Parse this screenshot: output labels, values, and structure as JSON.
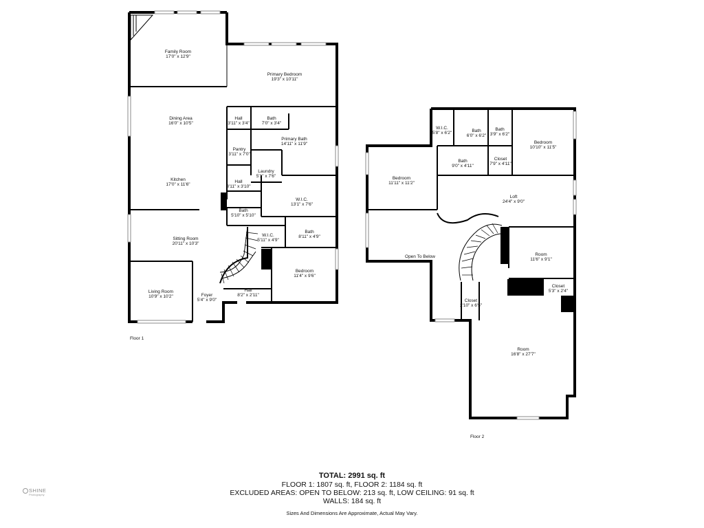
{
  "floor1": {
    "label": "Floor 1",
    "rooms": [
      {
        "name": "Family Room",
        "dims": "17'0\" x 12'9\""
      },
      {
        "name": "Primary Bedroom",
        "dims": "19'3\" x 10'11\""
      },
      {
        "name": "Dining Area",
        "dims": "16'0\" x 10'5\""
      },
      {
        "name": "Hall",
        "dims": "3'11\" x 3'4\""
      },
      {
        "name": "Bath",
        "dims": "7'0\" x 3'4\""
      },
      {
        "name": "Primary Bath",
        "dims": "14'11\" x 11'9\""
      },
      {
        "name": "Pantry",
        "dims": "3'11\" x 7'0\""
      },
      {
        "name": "Kitchen",
        "dims": "17'0\" x 11'6\""
      },
      {
        "name": "Laundry",
        "dims": "5'1\" x 7'6\""
      },
      {
        "name": "Hall",
        "dims": "3'11\" x 3'10\""
      },
      {
        "name": "W.I.C.",
        "dims": "13'1\" x 7'6\""
      },
      {
        "name": "Bath",
        "dims": "5'10\" x 5'10\""
      },
      {
        "name": "Sitting Room",
        "dims": "20'11\" x 10'3\""
      },
      {
        "name": "W.I.C.",
        "dims": "5'11\" x 4'9\""
      },
      {
        "name": "Bath",
        "dims": "8'11\" x 4'9\""
      },
      {
        "name": "Bedroom",
        "dims": "11'4\" x 9'6\""
      },
      {
        "name": "Living Room",
        "dims": "10'9\" x 10'2\""
      },
      {
        "name": "Foyer",
        "dims": "5'4\" x 9'0\""
      },
      {
        "name": "Hall",
        "dims": "8'2\" x 2'11\""
      }
    ]
  },
  "floor2": {
    "label": "Floor 2",
    "rooms": [
      {
        "name": "W.I.C.",
        "dims": "5'8\" x 6'2\""
      },
      {
        "name": "Bath",
        "dims": "6'0\" x 6'2\""
      },
      {
        "name": "Bath",
        "dims": "3'9\" x 6'2\""
      },
      {
        "name": "Bedroom",
        "dims": "10'10\" x 11'5\""
      },
      {
        "name": "Bath",
        "dims": "9'0\" x 4'11\""
      },
      {
        "name": "Closet",
        "dims": "7'9\" x 4'11\""
      },
      {
        "name": "Bedroom",
        "dims": "11'11\" x 11'2\""
      },
      {
        "name": "Loft",
        "dims": "24'4\" x 9'0\""
      },
      {
        "name": "Open To Below",
        "dims": ""
      },
      {
        "name": "Room",
        "dims": "11'6\" x 9'1\""
      },
      {
        "name": "Closet",
        "dims": "5'3\" x 2'4\""
      },
      {
        "name": "Closet",
        "dims": "2'10\" x 6'5\""
      },
      {
        "name": "Room",
        "dims": "16'8\" x 27'7\""
      }
    ]
  },
  "summary": {
    "total": "TOTAL: 2991 sq. ft",
    "floors": "FLOOR 1: 1807 sq. ft, FLOOR 2: 1184 sq. ft",
    "excluded": "EXCLUDED AREAS: OPEN TO BELOW: 213 sq. ft, LOW CEILING: 91 sq. ft",
    "walls": "WALLS: 184 sq. ft",
    "disclaimer": "Sizes And Dimensions Are Approximate, Actual May Vary."
  },
  "brand": {
    "name": "SHINE",
    "tagline": "Photography"
  },
  "colors": {
    "wall": "#000000",
    "window": "#888888",
    "text": "#111111",
    "logo": "#888888"
  }
}
